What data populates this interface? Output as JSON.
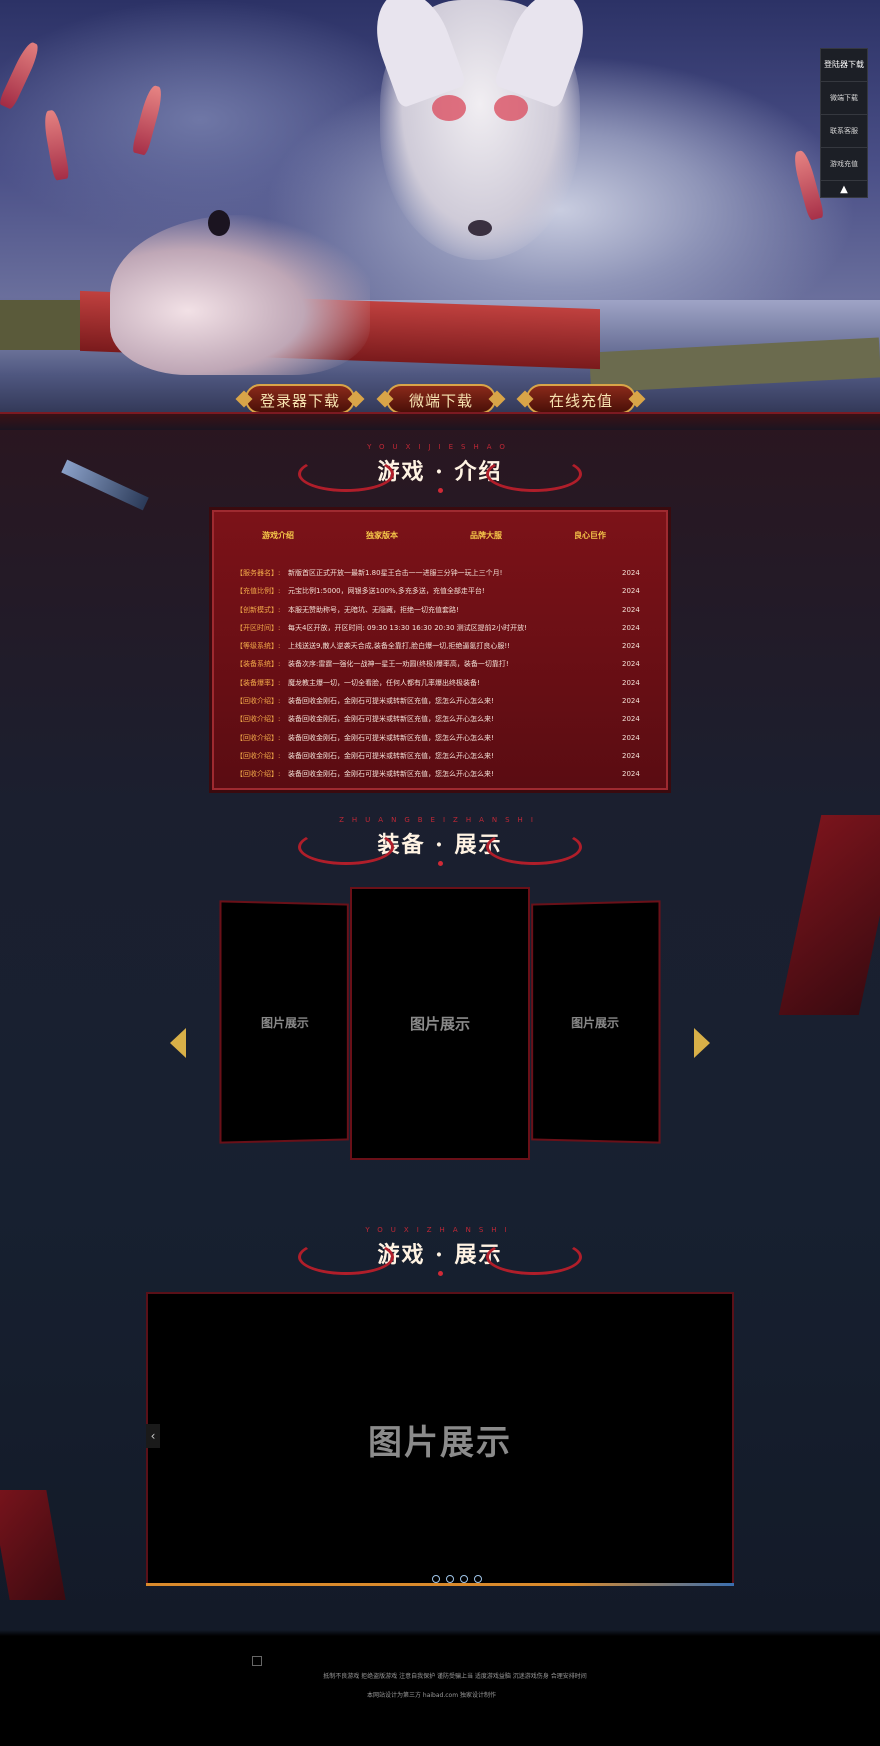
{
  "side_nav": {
    "items": [
      "登陆器下载",
      "微端下载",
      "联系客服",
      "游戏充值"
    ],
    "top_icon": "arrow-up-icon"
  },
  "hero": {
    "buttons": [
      "登录器下载",
      "微端下载",
      "在线充值"
    ]
  },
  "sections": {
    "intro": {
      "sub": "YOUXIJIESHAO",
      "main": "游戏 · 介绍"
    },
    "equip": {
      "sub": "ZHUANGBEIZHANSHI",
      "main": "装备 · 展示"
    },
    "show": {
      "sub": "YOUXIZHANSHI",
      "main": "游戏 · 展示"
    }
  },
  "intro_panel": {
    "tabs": [
      "游戏介绍",
      "独家版本",
      "品牌大服",
      "良心巨作"
    ],
    "rows": [
      {
        "tag": "【服务器名】:",
        "text": "新版首区正式开放一最新1.80星王合击一一进服三分钟一玩上三个月!",
        "year": "2024"
      },
      {
        "tag": "【充值比例】:",
        "text": "元宝比例1:5000，网银多送100%,多充多送，充值全部走平台!",
        "year": "2024"
      },
      {
        "tag": "【创新模式】:",
        "text": "本服无赞助称号，无暗坑、无隐藏，拒绝一切充值套路!",
        "year": "2024"
      },
      {
        "tag": "【开区时间】:",
        "text": "每天4区开放，开区时间: 09:30 13:30 16:30 20:30 测试区提前2小时开放!",
        "year": "2024"
      },
      {
        "tag": "【等级系统】:",
        "text": "上线送送9,散人逆袭天合成,装备全靠打,脸白爆一切,拒绝逼氪打良心服!!",
        "year": "2024"
      },
      {
        "tag": "【装备系统】:",
        "text": "装备次序:雷霆一强化一战神一星王一劝圆(终极)爆率高，装备一切靠打!",
        "year": "2024"
      },
      {
        "tag": "【装备爆率】:",
        "text": "魔龙教主爆一切，一切全看脸，任何人都有几率爆出终极装备!",
        "year": "2024"
      },
      {
        "tag": "【回收介绍】:",
        "text": "装备回收金刚石，金刚石可提米或转新区充值，您怎么开心怎么来!",
        "year": "2024"
      },
      {
        "tag": "【回收介绍】:",
        "text": "装备回收金刚石，金刚石可提米或转新区充值，您怎么开心怎么来!",
        "year": "2024"
      },
      {
        "tag": "【回收介绍】:",
        "text": "装备回收金刚石，金刚石可提米或转新区充值，您怎么开心怎么来!",
        "year": "2024"
      },
      {
        "tag": "【回收介绍】:",
        "text": "装备回收金刚石，金刚石可提米或转新区充值，您怎么开心怎么来!",
        "year": "2024"
      },
      {
        "tag": "【回收介绍】:",
        "text": "装备回收金刚石，金刚石可提米或转新区充值，您怎么开心怎么来!",
        "year": "2024"
      }
    ]
  },
  "equip_carousel": {
    "left": "图片展示",
    "center": "图片展示",
    "right": "图片展示",
    "prev_icon": "chevron-left-icon",
    "next_icon": "chevron-right-icon"
  },
  "show_slider": {
    "label": "图片展示",
    "prev": "‹",
    "dot_count": 4,
    "progress": 0.72
  },
  "footer": {
    "line1": "抵制不良游戏 拒绝盗版游戏 注意自我保护 谨防受骗上当 适度游戏益脑 沉迷游戏伤身 合理安排时间",
    "line2": "本网站设计为第三方 haibad.com 独家设计制作"
  },
  "colors": {
    "accent_red": "#b01e2a",
    "gold": "#d8b048",
    "tab_gold": "#f6c84a"
  }
}
